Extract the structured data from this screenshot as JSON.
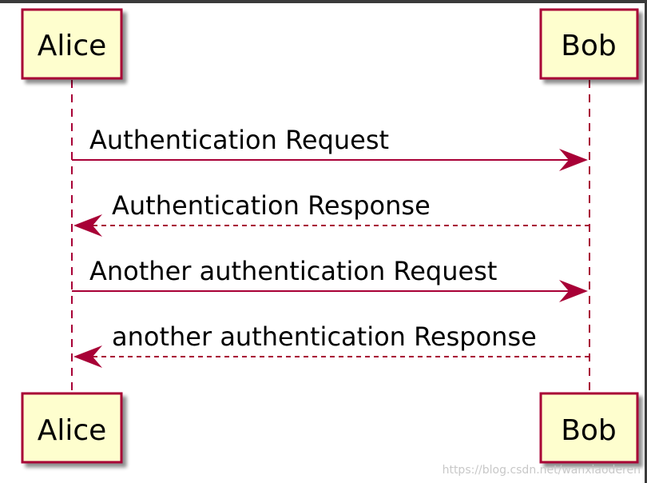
{
  "colors": {
    "participant_fill": "#FEFECE",
    "participant_border": "#A80036",
    "arrow": "#A80036",
    "frame": "#3a3a3a"
  },
  "participants": [
    {
      "name": "Alice"
    },
    {
      "name": "Bob"
    }
  ],
  "messages": [
    {
      "label": "Authentication Request",
      "from": "Alice",
      "to": "Bob",
      "style": "solid"
    },
    {
      "label": "Authentication Response",
      "from": "Bob",
      "to": "Alice",
      "style": "dashed"
    },
    {
      "label": "Another authentication Request",
      "from": "Alice",
      "to": "Bob",
      "style": "solid"
    },
    {
      "label": "another authentication Response",
      "from": "Bob",
      "to": "Alice",
      "style": "dashed"
    }
  ],
  "watermark": "https://blog.csdn.net/wanxiaoderen"
}
